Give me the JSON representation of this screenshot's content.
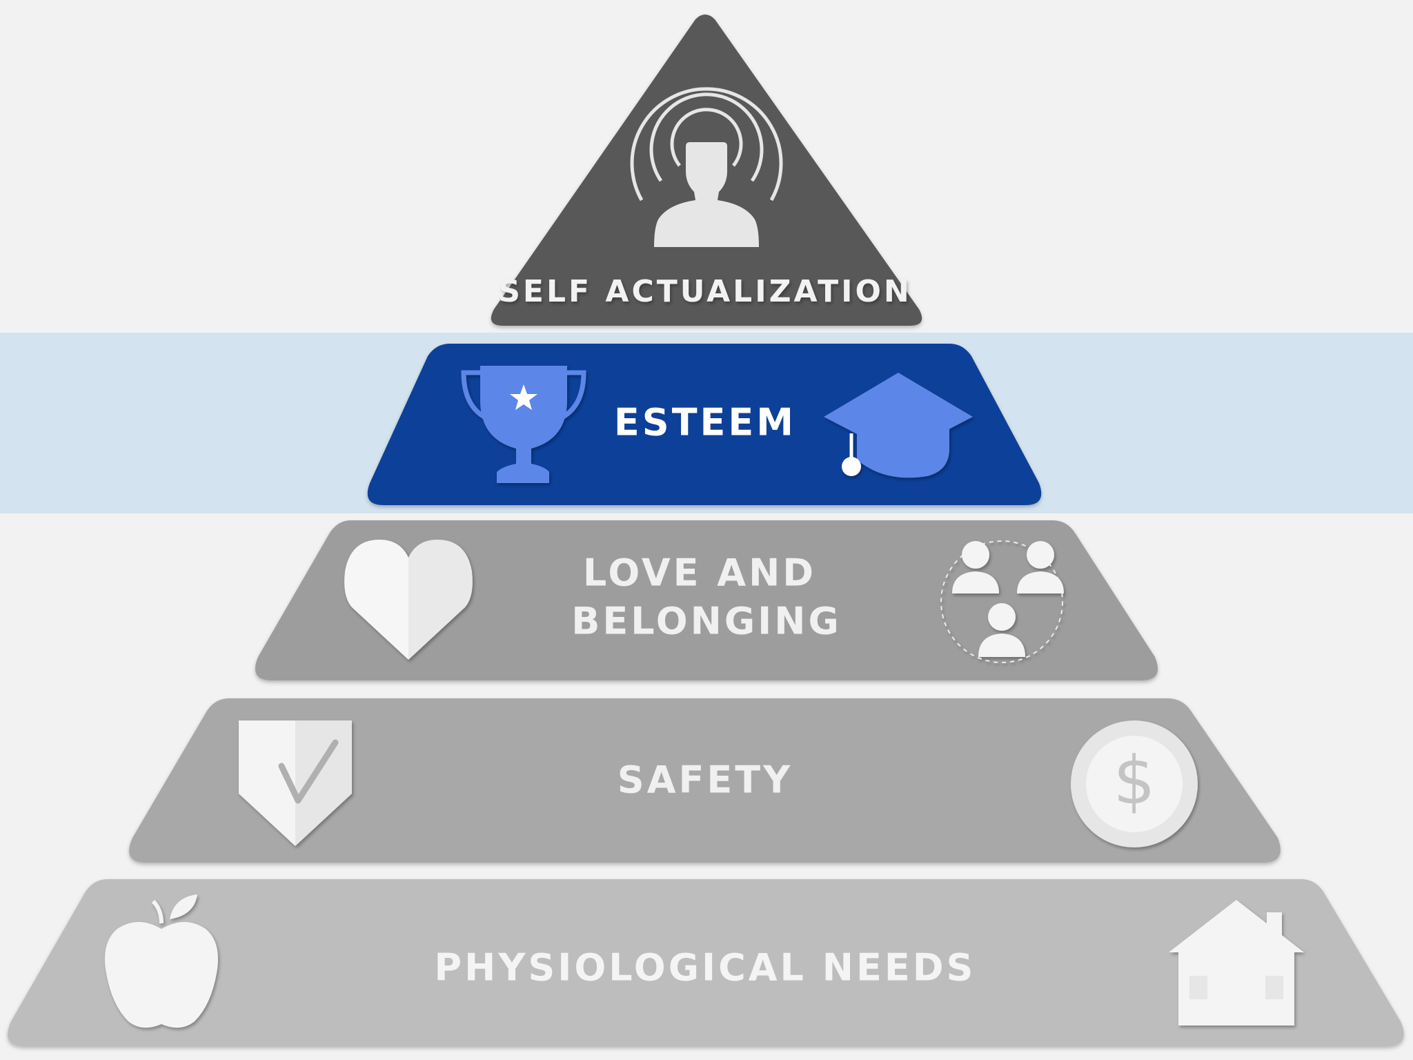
{
  "diagram": {
    "levels": [
      {
        "id": "self-actualization",
        "label": "SELF ACTUALIZATION",
        "fill": "#585858",
        "text_color": "#f2f2f2",
        "icons": [
          "person-radiating-icon"
        ]
      },
      {
        "id": "esteem",
        "label": "ESTEEM",
        "fill": "#0d3f99",
        "text_color": "#ffffff",
        "highlighted": true,
        "icons": [
          "trophy-icon",
          "graduation-cap-icon"
        ]
      },
      {
        "id": "love-and-belonging",
        "label_lines": [
          "LOVE AND",
          "BELONGING"
        ],
        "fill": "#9d9d9d",
        "text_color": "#f0f0f0",
        "icons": [
          "heart-icon",
          "people-group-icon"
        ]
      },
      {
        "id": "safety",
        "label": "SAFETY",
        "fill": "#a8a8a8",
        "text_color": "#f0f0f0",
        "icons": [
          "shield-check-icon",
          "dollar-coin-icon"
        ]
      },
      {
        "id": "physiological-needs",
        "label": "PHYSIOLOGICAL NEEDS",
        "fill": "#bdbdbd",
        "text_color": "#f4f4f4",
        "icons": [
          "apple-icon",
          "house-icon"
        ]
      }
    ],
    "highlight_band_color": "#d3e3ef",
    "icon_light_color": "#f4f4f4",
    "esteem_icon_color": "#5b87e8"
  }
}
